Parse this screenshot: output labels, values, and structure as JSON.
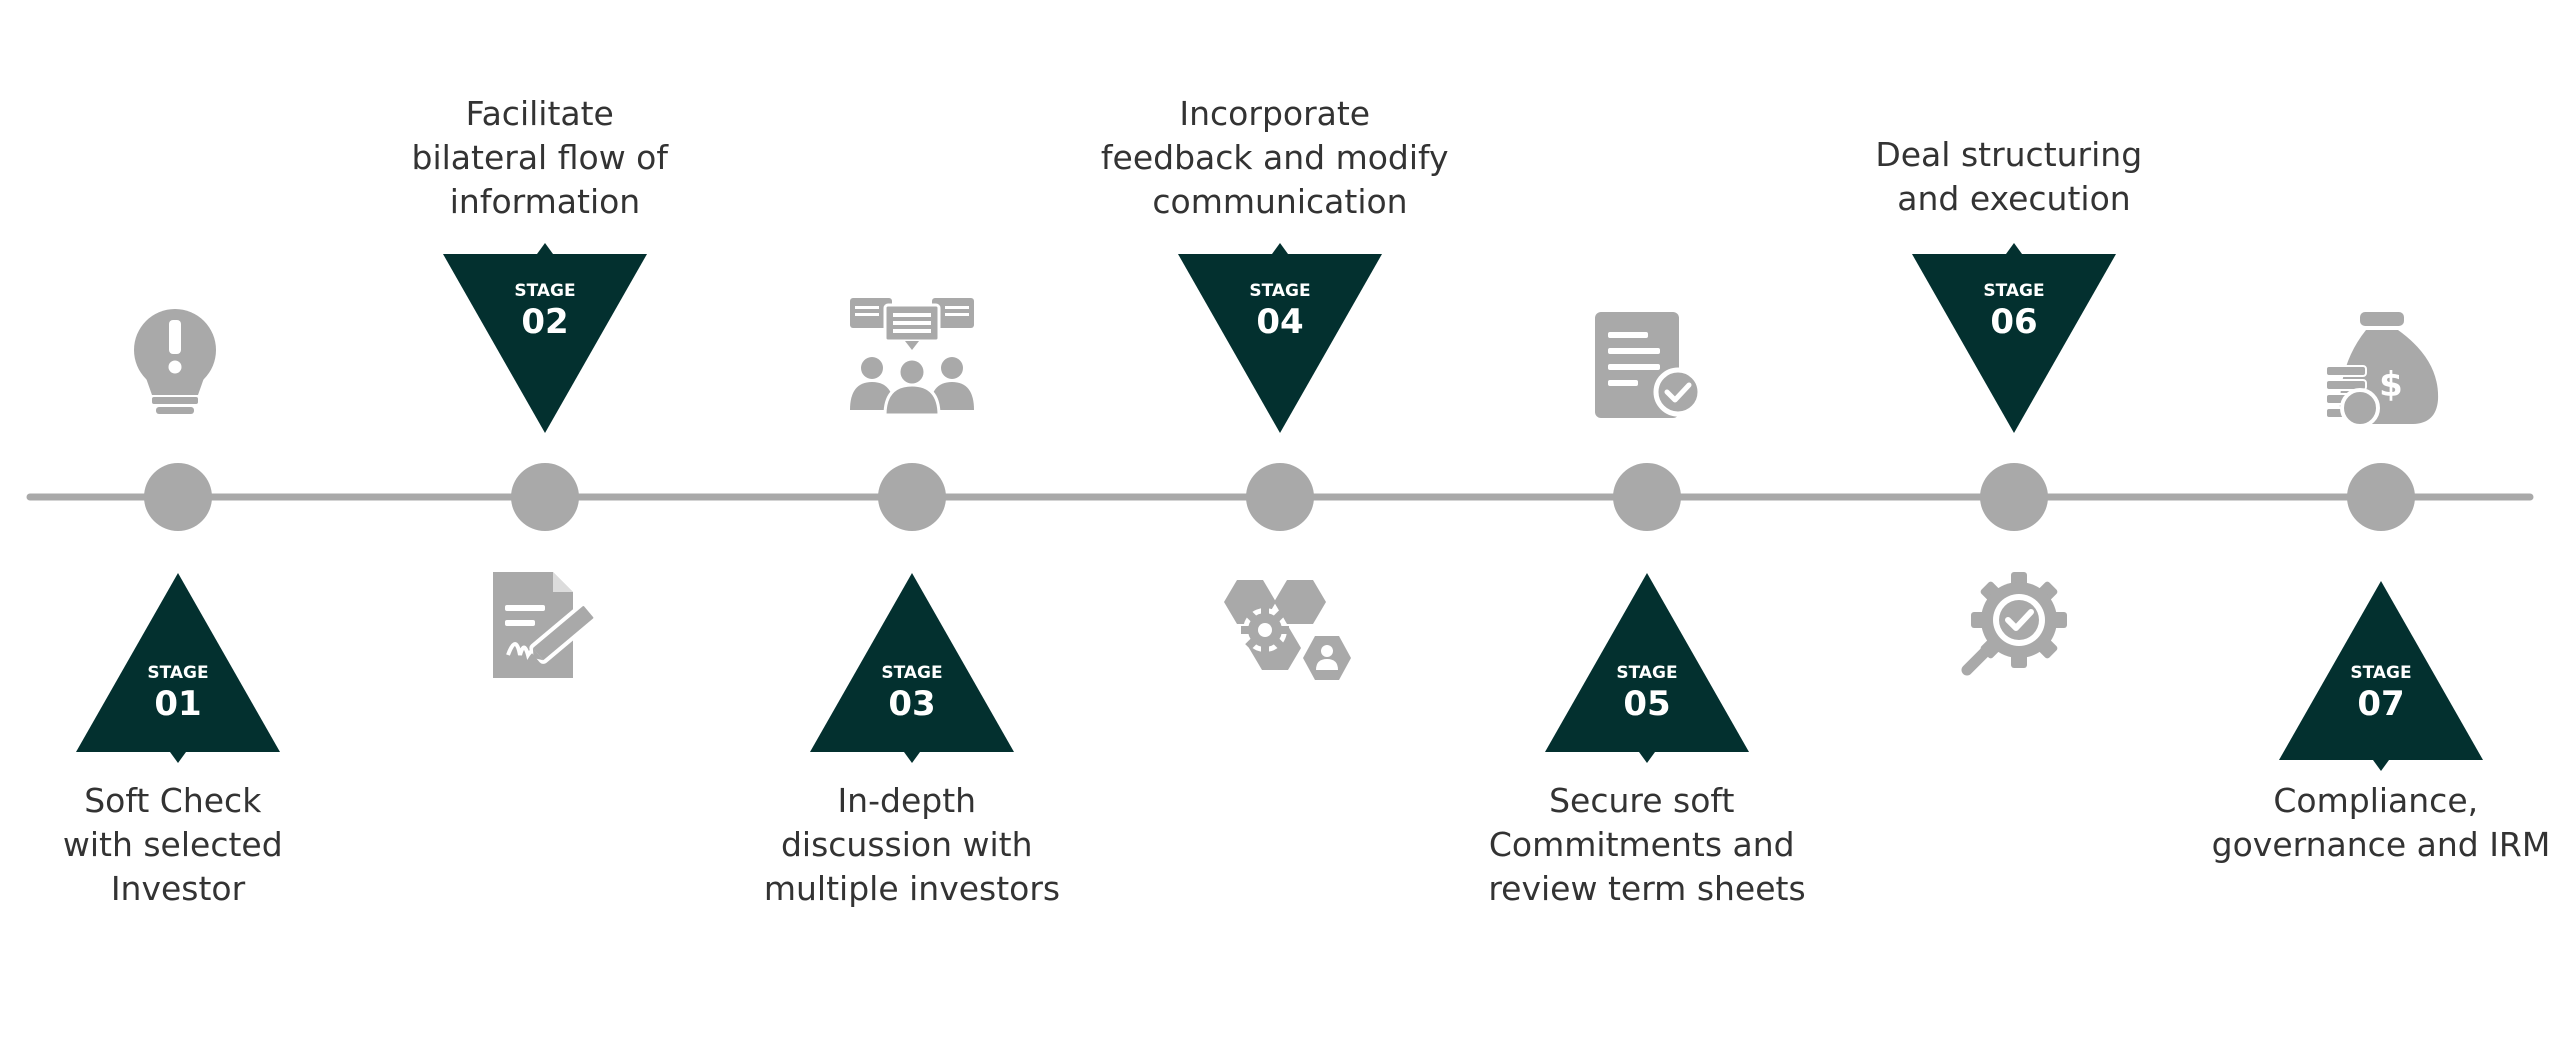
{
  "colors": {
    "accent": "#03302f",
    "gray": "#a9a9a9",
    "text": "#333333"
  },
  "stages": [
    {
      "label": "STAGE",
      "number": "01",
      "lines": [
        "Soft Check",
        "with selected",
        "Investor"
      ],
      "icon": "lightbulb-icon"
    },
    {
      "label": "STAGE",
      "number": "02",
      "lines": [
        "Facilitate",
        "bilateral flow of",
        "information"
      ],
      "icon": "signed-document-icon"
    },
    {
      "label": "STAGE",
      "number": "03",
      "lines": [
        "In-depth",
        "discussion with",
        "multiple investors"
      ],
      "icon": "group-discussion-icon"
    },
    {
      "label": "STAGE",
      "number": "04",
      "lines": [
        "Incorporate",
        "feedback and modify",
        "communication"
      ],
      "icon": "hexagon-gear-user-icon"
    },
    {
      "label": "STAGE",
      "number": "05",
      "lines": [
        "Secure soft",
        "Commitments and",
        "review term sheets"
      ],
      "icon": "approved-document-icon"
    },
    {
      "label": "STAGE",
      "number": "06",
      "lines": [
        "Deal structuring",
        "and execution"
      ],
      "icon": "gear-search-check-icon"
    },
    {
      "label": "STAGE",
      "number": "07",
      "lines": [
        "Compliance,",
        "governance and IRM"
      ],
      "icon": "money-bag-icon"
    }
  ]
}
